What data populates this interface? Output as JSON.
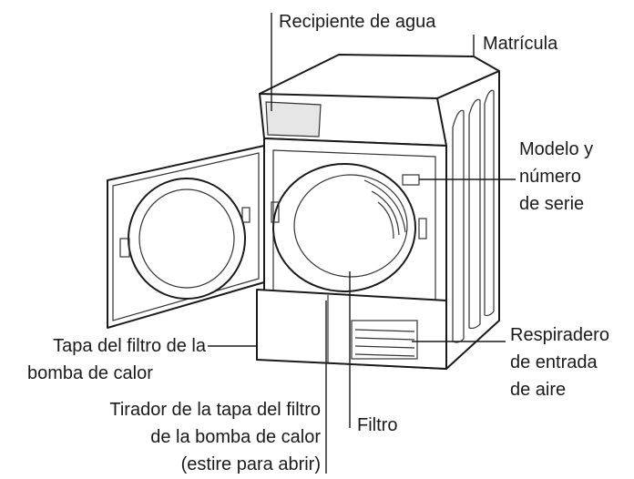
{
  "labels": {
    "water_container": "Recipiente de agua",
    "rating_plate": "Matrícula",
    "model_line1": "Modelo y",
    "model_line2": "número",
    "model_line3": "de serie",
    "heat_pump_cover_line1": "Tapa del filtro de la",
    "heat_pump_cover_line2": "bomba de calor",
    "air_inlet_line1": "Respiradero",
    "air_inlet_line2": "de entrada",
    "air_inlet_line3": "de aire",
    "cover_handle_line1": "Tirador de la tapa del filtro",
    "cover_handle_line2": "de la bomba de calor",
    "cover_handle_line3": "(estire para abrir)",
    "filter": "Filtro"
  }
}
